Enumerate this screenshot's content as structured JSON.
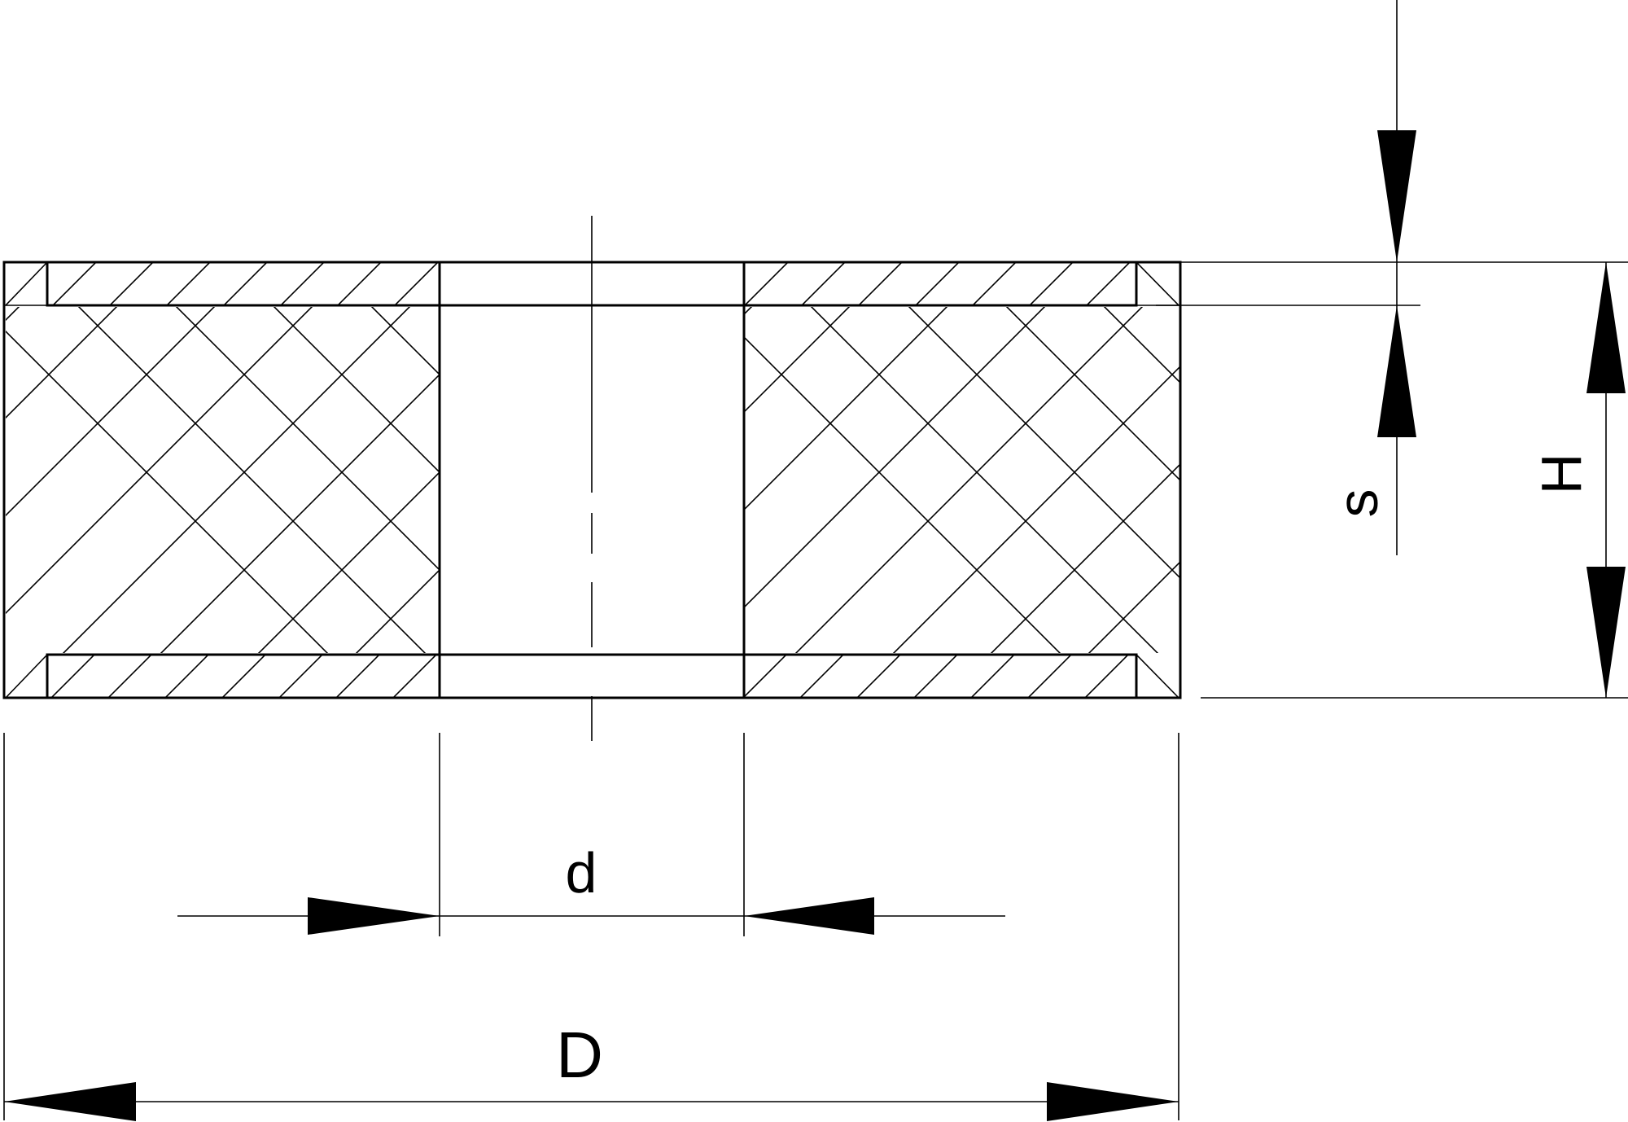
{
  "labels": {
    "inner_diameter": "d",
    "outer_diameter": "D",
    "height": "H",
    "plate_thickness": "s"
  },
  "colors": {
    "line": "#000000",
    "background": "#ffffff"
  }
}
